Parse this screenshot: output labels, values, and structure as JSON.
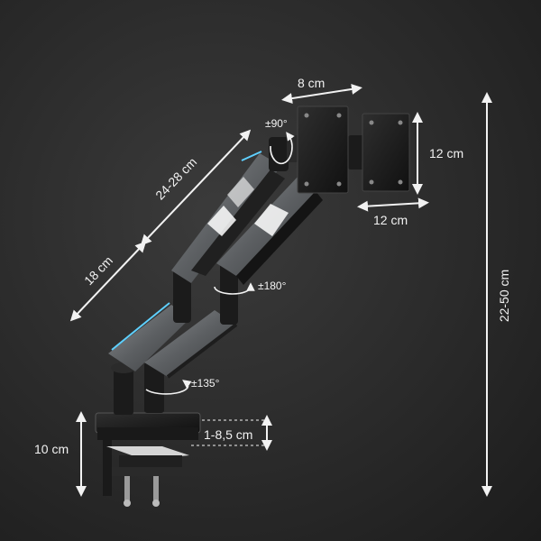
{
  "dimensions": {
    "top_width": "8 cm",
    "arm_upper_length": "24-28 cm",
    "arm_lower_length": "18 cm",
    "vesa_height": "12 cm",
    "vesa_width": "12 cm",
    "pole_height": "22-50 cm",
    "base_height": "10 cm",
    "desk_thickness": "1-8,5 cm"
  },
  "rotations": {
    "tilt": "±90°",
    "swivel": "±180°",
    "base_swivel": "±135°"
  },
  "colors": {
    "background": "#2a2a2a",
    "arm": "#6d7073",
    "arm_dark": "#1b1b1b",
    "accent_light": "#5fd0ff",
    "label": "#f2f2f2"
  }
}
